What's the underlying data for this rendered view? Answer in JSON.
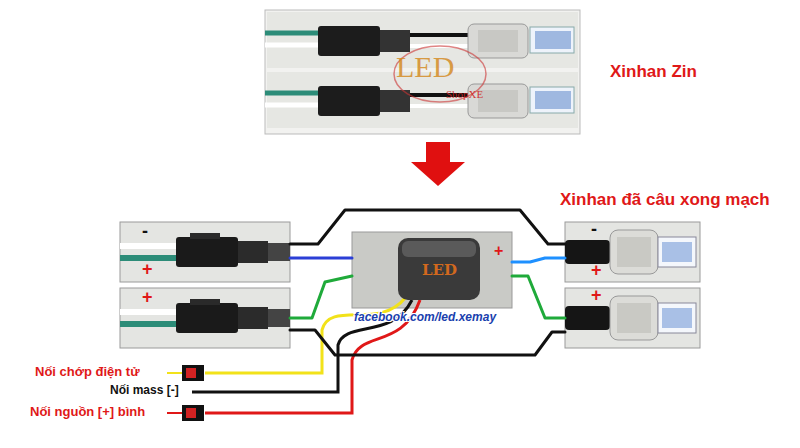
{
  "diagram": {
    "nodes": [
      {
        "text": [
          "-",
          "+"
        ]
      },
      {
        "text": [
          "+"
        ]
      },
      {
        "text": [
          "LED"
        ]
      },
      {
        "text": [
          "-",
          "+"
        ]
      },
      {
        "text": [
          "+"
        ]
      }
    ],
    "edges": [
      {
        "from": 0,
        "to": 2,
        "arrow": "none"
      },
      {
        "from": 1,
        "to": 2,
        "arrow": "none"
      },
      {
        "from": 2,
        "to": 3,
        "arrow": "none"
      },
      {
        "from": 2,
        "to": 4,
        "arrow": "none"
      },
      {
        "from": 0,
        "to": 3,
        "arrow": "none"
      },
      {
        "from": 1,
        "to": 4,
        "arrow": "none"
      }
    ],
    "labels": [
      "Xinhan Zin",
      "LED",
      "ShopXE",
      "Xinhan đã câu xong mạch",
      "+",
      "facebook.com/led.xemay",
      "Nối chớp điện tử",
      "Nối mass [-]",
      "Nối nguồn [+] bình"
    ]
  }
}
